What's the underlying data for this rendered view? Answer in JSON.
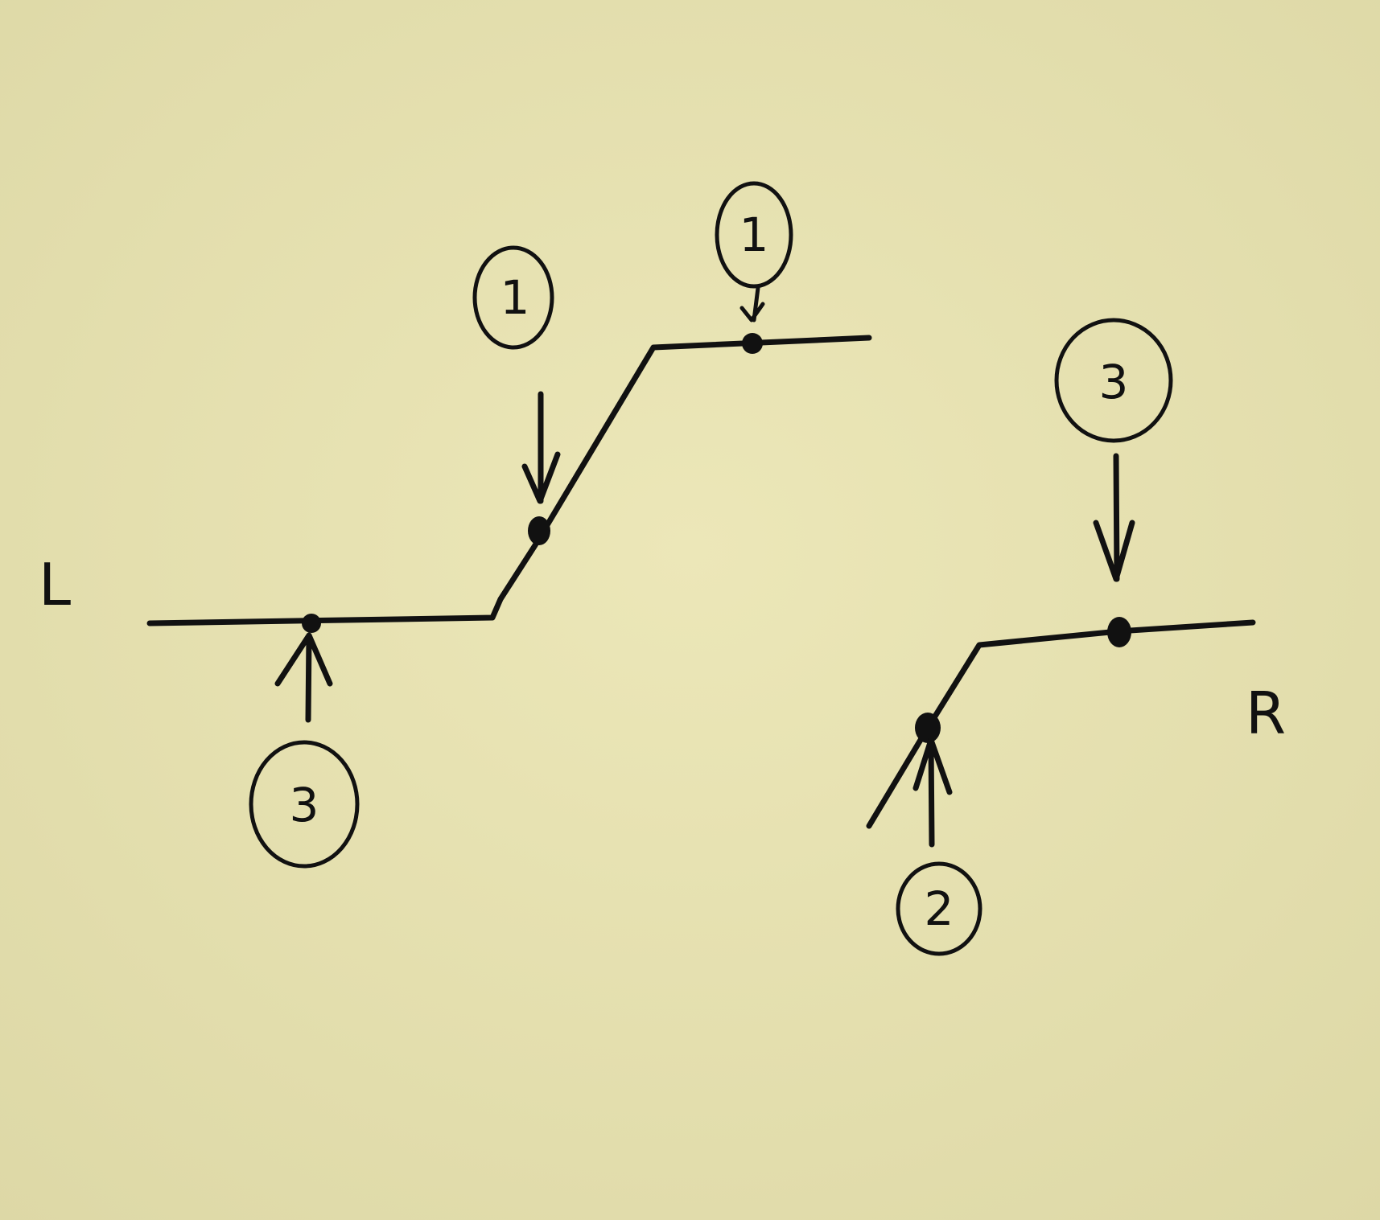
{
  "diagram": {
    "background_color": "#e7e2b1",
    "ink_color": "#111111",
    "side_labels": {
      "left": "L",
      "right": "R"
    },
    "markers": [
      {
        "id": "marker-left-bottom",
        "number": "3",
        "arrow": "up"
      },
      {
        "id": "marker-left-slope",
        "number": "1",
        "arrow": "down"
      },
      {
        "id": "marker-left-top",
        "number": "1",
        "arrow": "down"
      },
      {
        "id": "marker-right-top",
        "number": "3",
        "arrow": "down"
      },
      {
        "id": "marker-right-slope",
        "number": "2",
        "arrow": "up"
      }
    ]
  }
}
